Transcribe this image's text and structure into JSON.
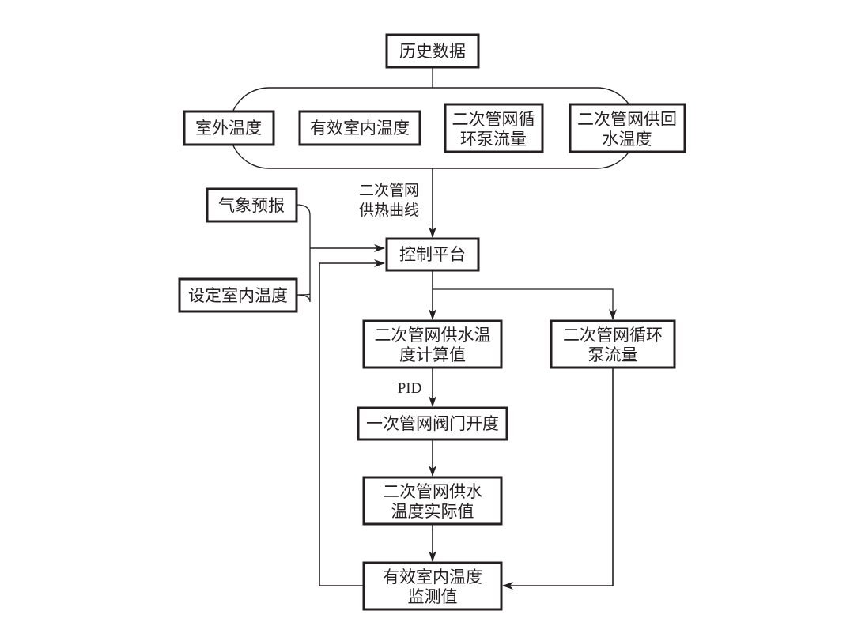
{
  "diagram": {
    "title": "",
    "nodes": {
      "history_data": {
        "lines": [
          "历史数据"
        ]
      },
      "outdoor_temp": {
        "lines": [
          "室外温度"
        ]
      },
      "effective_indoor_temp": {
        "lines": [
          "有效室内温度"
        ]
      },
      "secondary_pump_flow_hist": {
        "lines": [
          "二次管网循",
          "环泵流量"
        ]
      },
      "secondary_supply_return_temp": {
        "lines": [
          "二次管网供回",
          "水温度"
        ]
      },
      "weather_forecast": {
        "lines": [
          "气象预报"
        ]
      },
      "set_indoor_temp": {
        "lines": [
          "设定室内温度"
        ]
      },
      "control_platform": {
        "lines": [
          "控制平台"
        ]
      },
      "supply_temp_calc": {
        "lines": [
          "二次管网供水温",
          "度计算值"
        ]
      },
      "secondary_pump_flow": {
        "lines": [
          "二次管网循环",
          "泵流量"
        ]
      },
      "primary_valve_opening": {
        "lines": [
          "一次管网阀门开度"
        ]
      },
      "supply_temp_actual": {
        "lines": [
          "二次管网供水",
          "温度实际值"
        ]
      },
      "indoor_temp_monitor": {
        "lines": [
          "有效室内温度",
          "监测值"
        ]
      }
    },
    "edge_labels": {
      "heating_curve": [
        "二次管网",
        "供热曲线"
      ],
      "pid": "PID"
    },
    "edges": [
      {
        "from": "history_data",
        "to": "history_group",
        "arrow": false
      },
      {
        "from": "history_group",
        "to": "control_platform",
        "label": "heating_curve",
        "arrow": true
      },
      {
        "from": "weather_forecast",
        "to": "control_platform",
        "arrow": true
      },
      {
        "from": "set_indoor_temp",
        "to": "control_platform",
        "arrow": true
      },
      {
        "from": "control_platform",
        "to": "supply_temp_calc",
        "arrow": true
      },
      {
        "from": "control_platform",
        "to": "secondary_pump_flow",
        "arrow": true
      },
      {
        "from": "supply_temp_calc",
        "to": "primary_valve_opening",
        "label": "pid",
        "arrow": true
      },
      {
        "from": "primary_valve_opening",
        "to": "supply_temp_actual",
        "arrow": true
      },
      {
        "from": "supply_temp_actual",
        "to": "indoor_temp_monitor",
        "arrow": true
      },
      {
        "from": "secondary_pump_flow",
        "to": "indoor_temp_monitor",
        "arrow": true
      },
      {
        "from": "indoor_temp_monitor",
        "to": "control_platform",
        "arrow": true
      }
    ],
    "colors": {
      "stroke": "#231f20",
      "background": "#ffffff"
    }
  }
}
